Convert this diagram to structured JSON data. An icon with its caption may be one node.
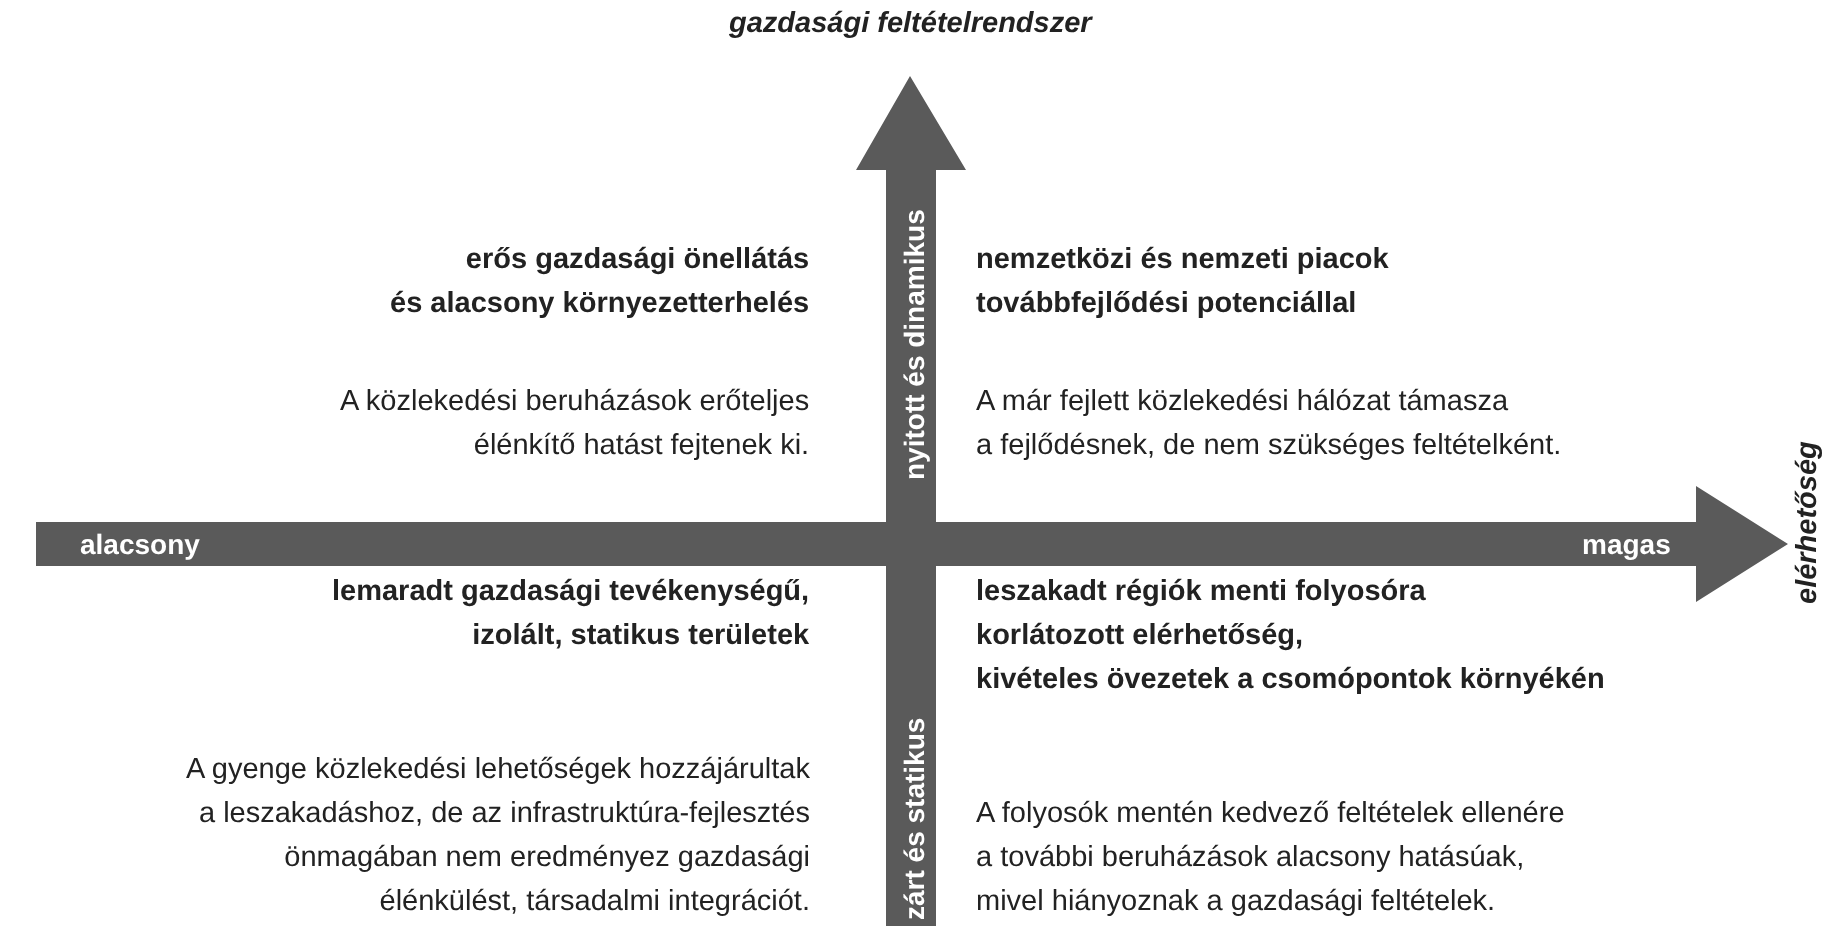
{
  "diagram": {
    "labels": [
      "gazdasági feltételrendszer",
      "nyitott és dinamikus",
      "erős gazdasági önellátás és alacsony környezetterhelés",
      "nemzetközi és nemzeti piacok továbbfejlődési potenciállal",
      "A közlekedési beruházások erőteljes élénkítő hatást fejtenek ki.",
      "A már fejlett közlekedési hálózat támasza a fejlődésnek, de nem szükséges feltételként.",
      "alacsony",
      "magas",
      "elérhetőség",
      "zárt és statikus",
      "lemaradt gazdasági tevékenységű, izolált, statikus területek",
      "leszakadt régiók menti folyosóra korlátozott elérhetőség, kivételes övezetek a csomópontok környékén",
      "A gyenge közlekedési lehetőségek hozzájárultak a leszakadáshoz, de az infrastruktúra-fejlesztés önmagában nem eredményez gazdasági élénkülést, társadalmi integrációt.",
      "A folyosók mentén kedvező feltételek ellenére a további beruházások alacsony hatásúak, mivel hiányoznak a gazdasági feltételek."
    ]
  }
}
